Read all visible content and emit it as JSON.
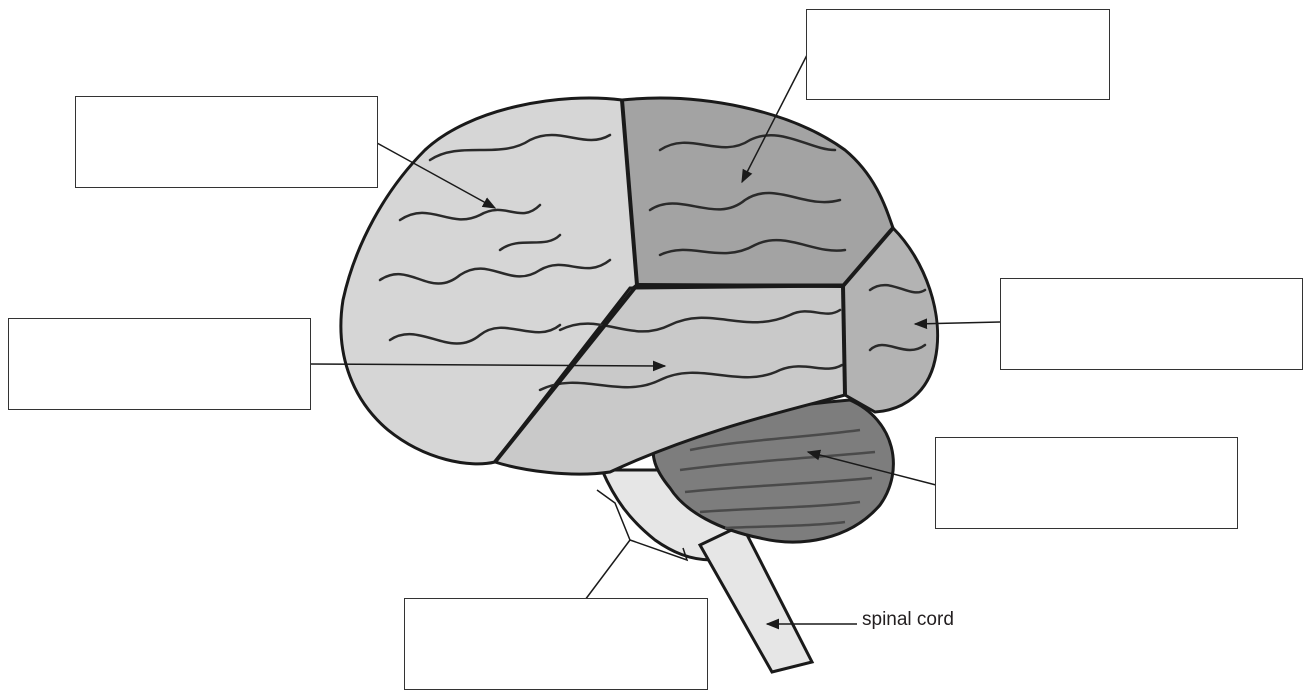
{
  "diagram": {
    "label_boxes": [
      {
        "id": "frontal-lobe",
        "answer": ""
      },
      {
        "id": "parietal-lobe",
        "answer": ""
      },
      {
        "id": "temporal-lobe",
        "answer": ""
      },
      {
        "id": "occipital-lobe",
        "answer": ""
      },
      {
        "id": "cerebellum",
        "answer": ""
      },
      {
        "id": "brain-stem",
        "answer": ""
      }
    ],
    "spinal_cord_label": "spinal cord"
  },
  "colors": {
    "frontal": "#d6d6d6",
    "parietal": "#a3a3a3",
    "temporal": "#c9c9c9",
    "occipital": "#b3b3b3",
    "cerebellum": "#7d7d7d",
    "brainstem": "#e6e6e6",
    "outline": "#1a1a1a"
  }
}
